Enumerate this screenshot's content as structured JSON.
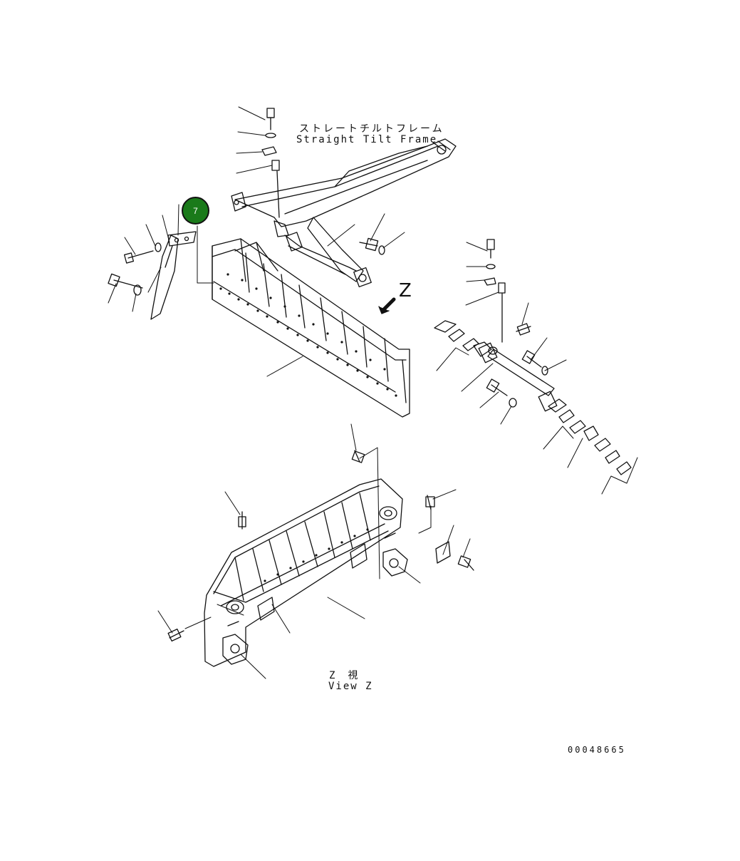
{
  "diagram": {
    "frame_label_jp": "ストレートチルトフレーム",
    "frame_label_en": "Straight Tilt Frame",
    "view_arrow_letter": "Z",
    "view_label_jp": "Z　視",
    "view_label_en": "View Z",
    "drawing_number": "00048665",
    "callout": {
      "number": "7",
      "color": "#1a7a1a"
    }
  }
}
